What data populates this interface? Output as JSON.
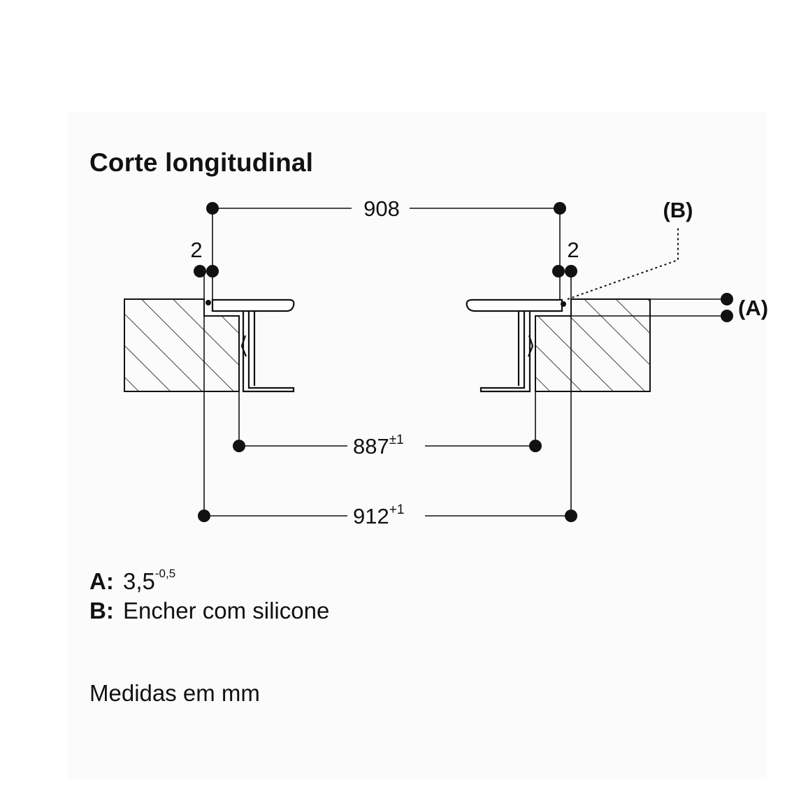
{
  "title": "Corte longitudinal",
  "dimensions": {
    "top_width": "908",
    "left_gap": "2",
    "right_gap": "2",
    "cutout_width": "887",
    "cutout_tol": "±1",
    "outer_width": "912",
    "outer_tol": "+1"
  },
  "callouts": {
    "a": "(A)",
    "b": "(B)"
  },
  "legend": [
    {
      "key": "A:",
      "value": "3,5",
      "sup": "-0,5"
    },
    {
      "key": "B:",
      "value": "Encher com silicone",
      "sup": ""
    }
  ],
  "units_note": "Medidas em mm"
}
